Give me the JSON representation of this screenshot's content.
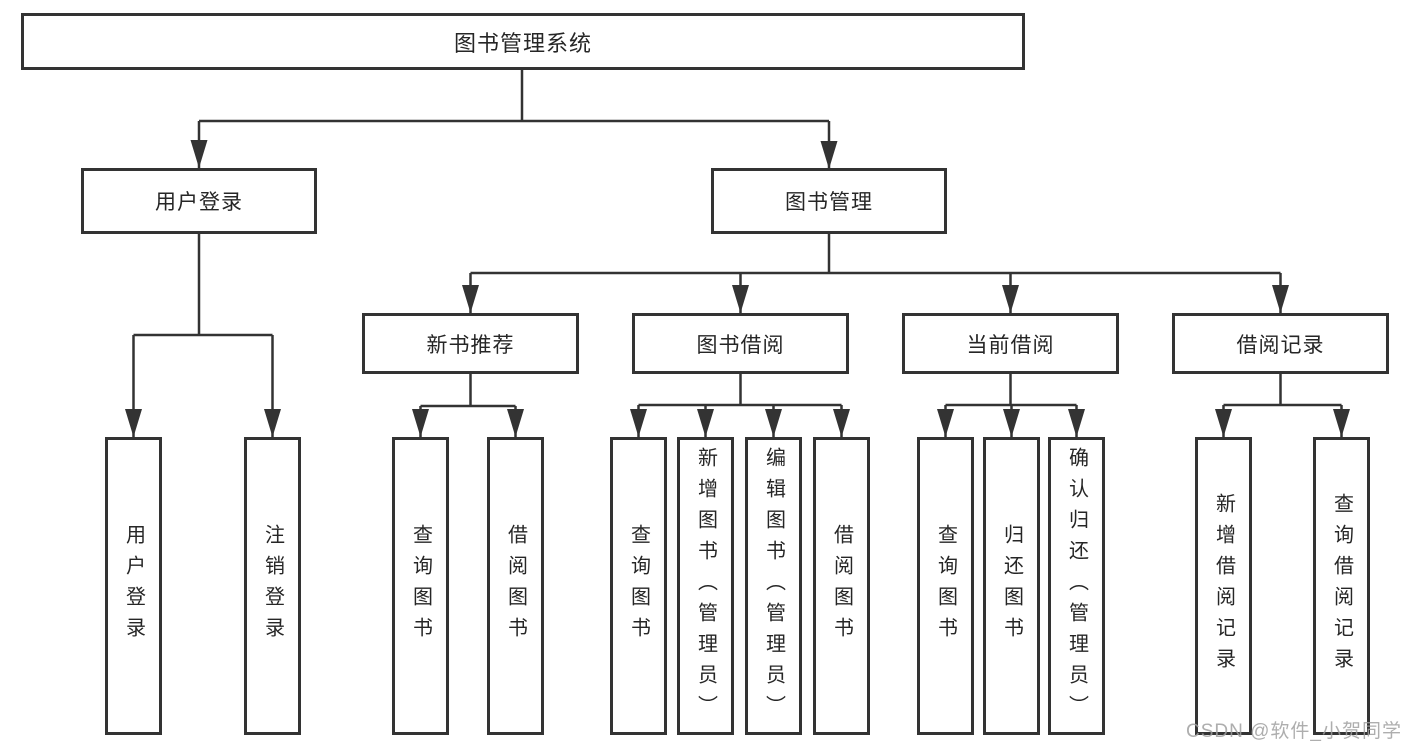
{
  "nodes": {
    "root": "图书管理系统",
    "user_login": "用户登录",
    "book_mgmt": "图书管理",
    "new_books": "新书推荐",
    "book_borrow": "图书借阅",
    "current_borrow": "当前借阅",
    "borrow_records": "借阅记录"
  },
  "leaves": {
    "user_login": [
      "用户登录",
      "注销登录"
    ],
    "new_books": [
      "查询图书",
      "借阅图书"
    ],
    "book_borrow": [
      "查询图书",
      "新增图书（管理员）",
      "编辑图书（管理员）",
      "借阅图书"
    ],
    "current_borrow": [
      "查询图书",
      "归还图书",
      "确认归还（管理员）"
    ],
    "borrow_records": [
      "新增借阅记录",
      "查询借阅记录"
    ]
  },
  "watermark": "CSDN @软件_小贺同学",
  "colors": {
    "line": "#333333",
    "text": "#262626",
    "background": "#ffffff",
    "watermark": "#a0a0a0"
  }
}
